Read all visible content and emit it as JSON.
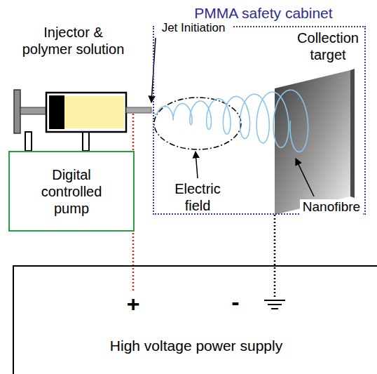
{
  "diagram": {
    "nodes": [
      {
        "text": [
          "PMMA safety cabinet"
        ]
      },
      {
        "text": [
          "Digital controlled pump"
        ]
      },
      {
        "text": [
          "High voltage power supply"
        ]
      }
    ],
    "labels": [
      "Injector & polymer solution",
      "Jet Initiation",
      "Electric field",
      "Collection target",
      "Nanofibre",
      "+",
      "-"
    ]
  }
}
